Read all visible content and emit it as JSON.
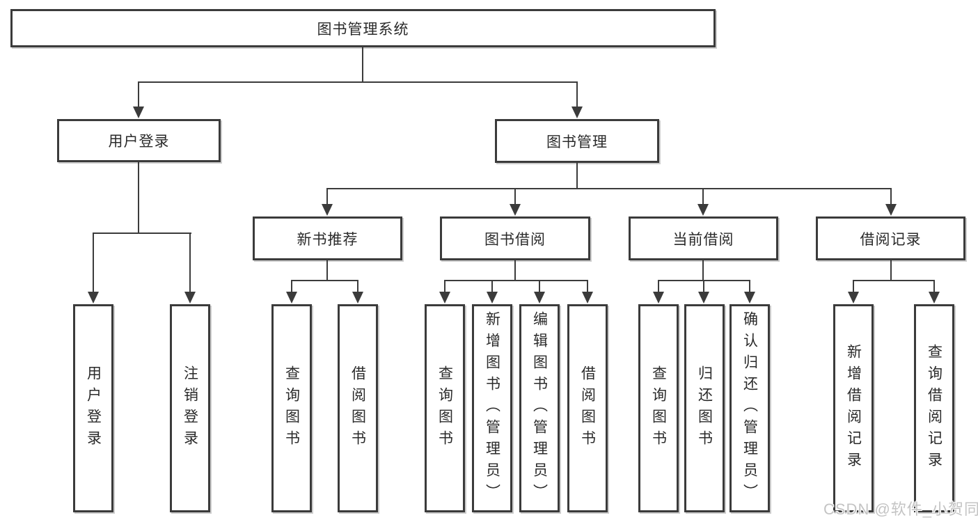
{
  "tree": {
    "label": "图书管理系统",
    "children": [
      {
        "label": "用户登录",
        "children": [
          {
            "label": "用户登录"
          },
          {
            "label": "注销登录"
          }
        ]
      },
      {
        "label": "图书管理",
        "children": [
          {
            "label": "新书推荐",
            "children": [
              {
                "label": "查询图书"
              },
              {
                "label": "借阅图书"
              }
            ]
          },
          {
            "label": "图书借阅",
            "children": [
              {
                "label": "查询图书"
              },
              {
                "label": "新增图书（管理员）"
              },
              {
                "label": "编辑图书（管理员）"
              },
              {
                "label": "借阅图书"
              }
            ]
          },
          {
            "label": "当前借阅",
            "children": [
              {
                "label": "查询图书"
              },
              {
                "label": "归还图书"
              },
              {
                "label": "确认归还（管理员）"
              }
            ]
          },
          {
            "label": "借阅记录",
            "children": [
              {
                "label": "新增借阅记录"
              },
              {
                "label": "查询借阅记录"
              }
            ]
          }
        ]
      }
    ]
  },
  "watermark": {
    "text": "CSDN @软件_小贺同学"
  },
  "colors": {
    "line": "#3b3b3b",
    "text": "#2a2a2a",
    "box_background": "#ffffff",
    "watermark": "#c4c4c4"
  }
}
